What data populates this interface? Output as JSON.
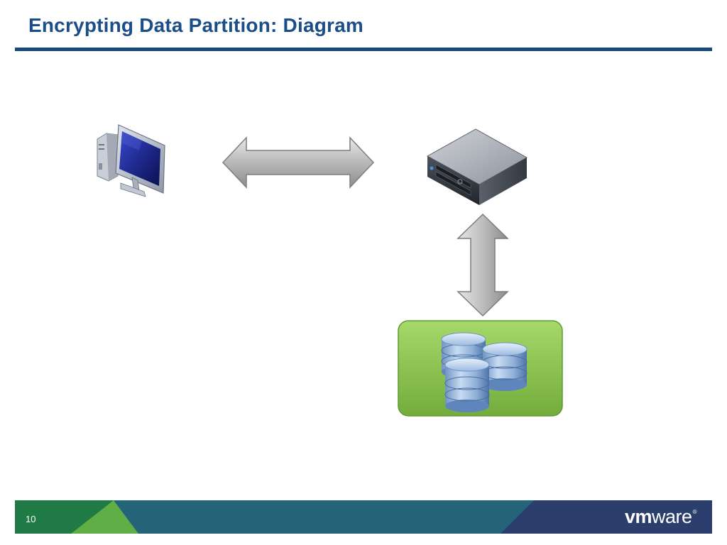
{
  "slide": {
    "title": "Encrypting Data Partition: Diagram",
    "page_number": "10"
  },
  "logo": {
    "text_bold": "vm",
    "text_regular": "ware",
    "mark": "®"
  },
  "diagram": {
    "nodes": [
      {
        "id": "client",
        "icon": "desktop-computer-icon"
      },
      {
        "id": "server",
        "icon": "server-icon"
      },
      {
        "id": "storage",
        "icon": "database-stack-icon",
        "container_color": "#8cc84b"
      }
    ],
    "connections": [
      {
        "from": "client",
        "to": "server",
        "style": "bidirectional-arrow"
      },
      {
        "from": "server",
        "to": "storage",
        "style": "bidirectional-arrow"
      }
    ]
  },
  "colors": {
    "title": "#1b4d88",
    "rule": "#164a7e",
    "footer_green": "#4c9b3c",
    "footer_teal": "#236478",
    "footer_navy": "#2c3e6e",
    "storage_box": "#8cc84b"
  }
}
